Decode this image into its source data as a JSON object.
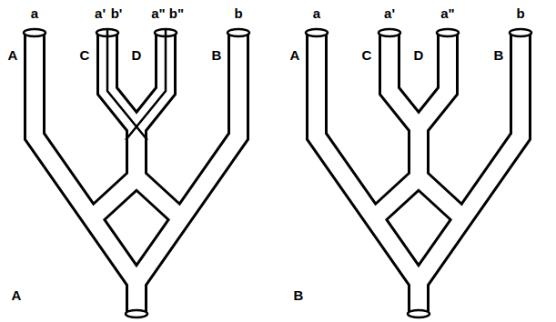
{
  "diagram": {
    "labels": [
      "a",
      "a'",
      "b'",
      "a\"",
      "b\"",
      "b",
      "A",
      "C",
      "D",
      "B",
      "A",
      "a",
      "a'",
      "a\"",
      "b",
      "A",
      "C",
      "D",
      "B",
      "B"
    ]
  }
}
